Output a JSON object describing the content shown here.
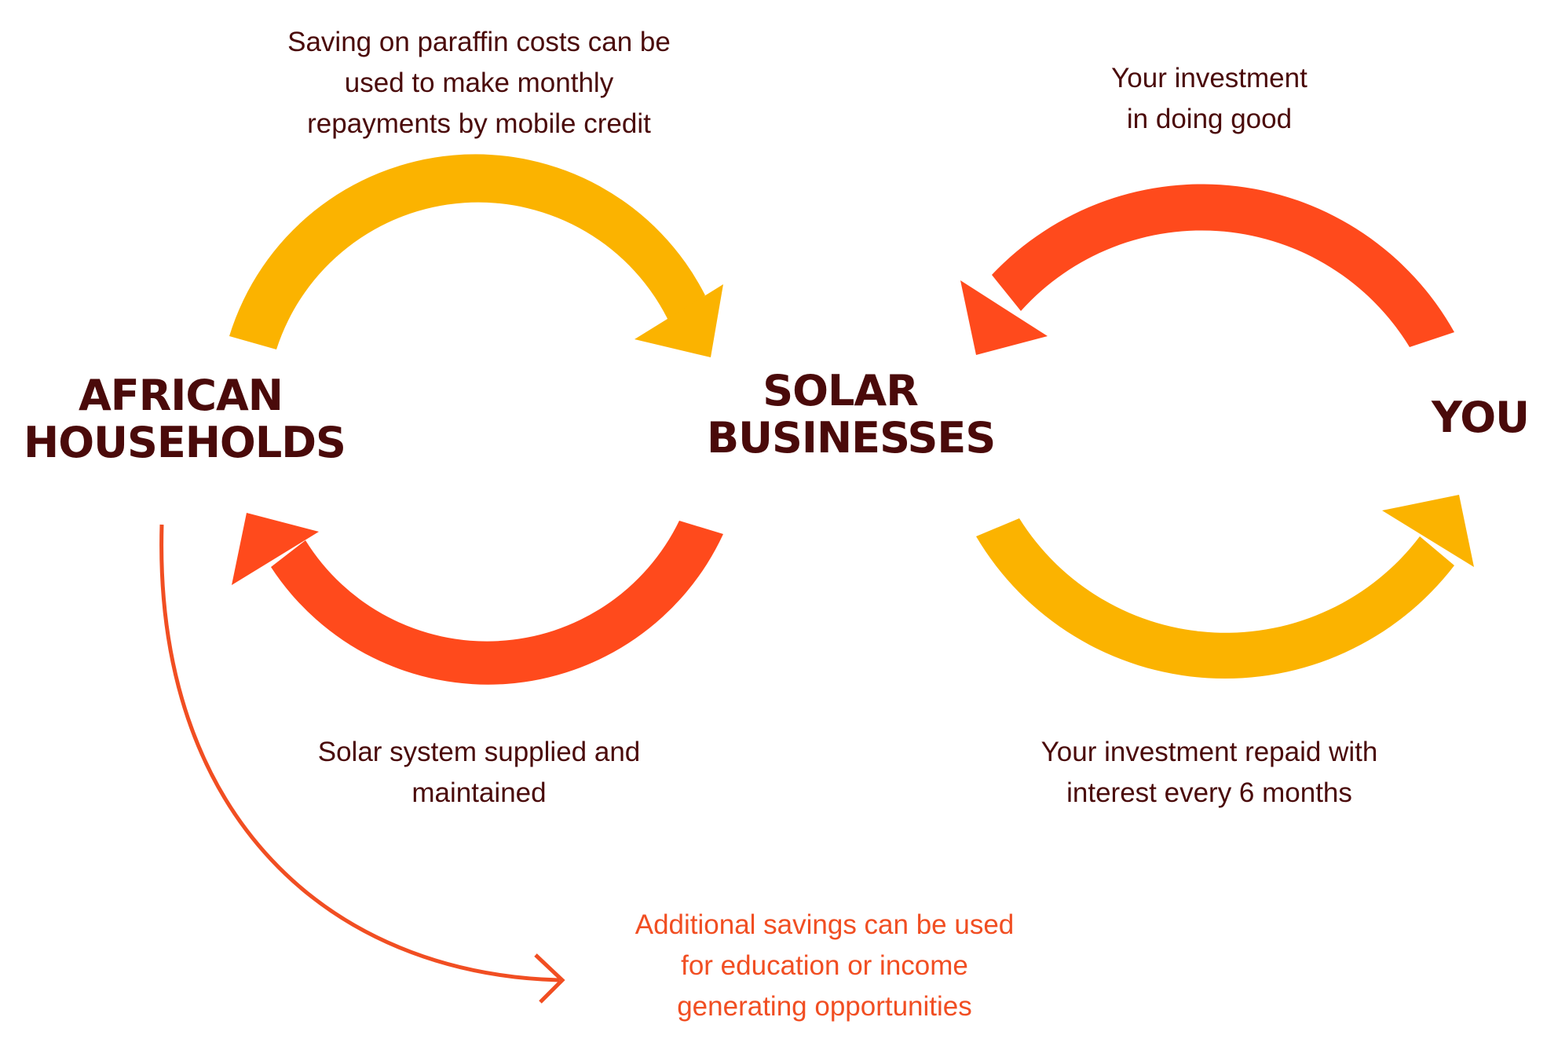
{
  "colors": {
    "dark_text": "#4a0a0a",
    "yellow": "#fbb300",
    "orange_red": "#ff4a1c",
    "note_orange": "#f14e22"
  },
  "nodes": {
    "households": [
      "AFRICAN",
      "HOUSEHOLDS"
    ],
    "solar": [
      "SOLAR",
      "BUSINESSES"
    ],
    "you": "YOU"
  },
  "captions": {
    "top_left": [
      "Saving on paraffin costs can be",
      "used to make monthly",
      "repayments by mobile credit"
    ],
    "top_right": [
      "Your investment",
      "in doing good"
    ],
    "bottom_left": [
      "Solar system supplied and",
      "maintained"
    ],
    "bottom_right": [
      "Your investment repaid with",
      "interest every 6 months"
    ],
    "note": [
      "Additional savings can be used",
      "for education or income",
      "generating opportunities"
    ]
  }
}
